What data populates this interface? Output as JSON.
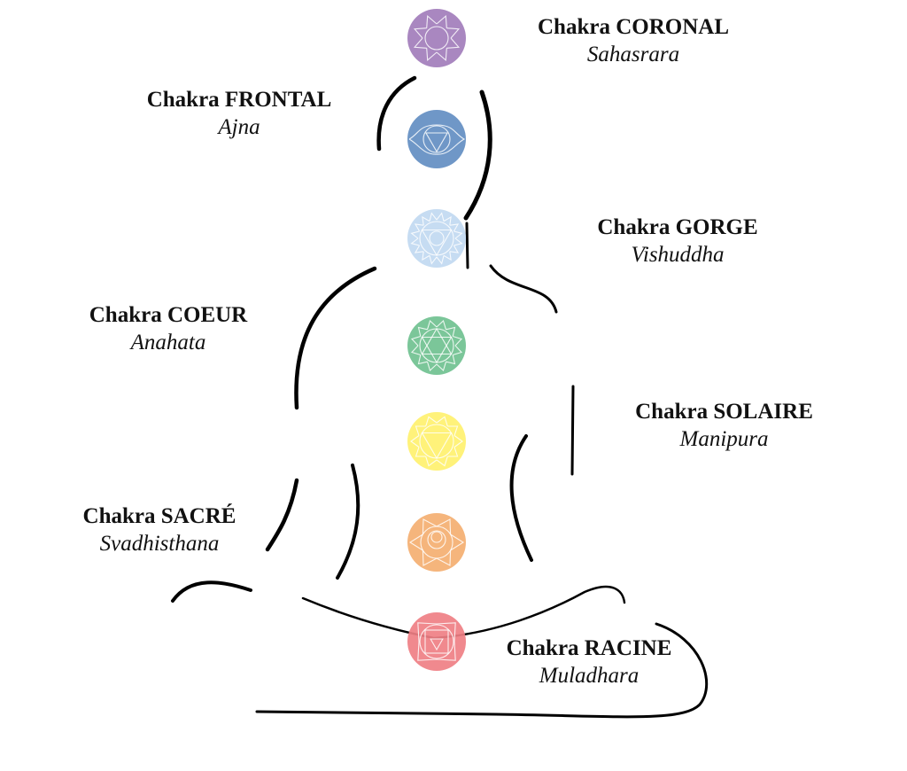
{
  "title": "Chakras",
  "chakras": [
    {
      "key": "crown",
      "name": "Chakra CORONAL",
      "sanskrit": "Sahasrara",
      "color": "#a987c0",
      "symbol": "lotus-crown-icon"
    },
    {
      "key": "third-eye",
      "name": "Chakra FRONTAL",
      "sanskrit": "Ajna",
      "color": "#6f97c7",
      "symbol": "ajna-triangle-icon"
    },
    {
      "key": "throat",
      "name": "Chakra GORGE",
      "sanskrit": "Vishuddha",
      "color": "#c6dcf2",
      "symbol": "throat-lotus-icon"
    },
    {
      "key": "heart",
      "name": "Chakra COEUR",
      "sanskrit": "Anahata",
      "color": "#7bc699",
      "symbol": "hexagram-lotus-icon"
    },
    {
      "key": "solar",
      "name": "Chakra SOLAIRE",
      "sanskrit": "Manipura",
      "color": "#fff27a",
      "symbol": "solar-triangle-lotus-icon"
    },
    {
      "key": "sacral",
      "name": "Chakra SACRÉ",
      "sanskrit": "Svadhisthana",
      "color": "#f5b57c",
      "symbol": "crescent-lotus-icon"
    },
    {
      "key": "root",
      "name": "Chakra RACINE",
      "sanskrit": "Muladhara",
      "color": "#ef7f84",
      "symbol": "square-triangle-lotus-icon"
    }
  ],
  "colors": {
    "outline": "#000000",
    "text": "#111111",
    "background": "#ffffff"
  }
}
